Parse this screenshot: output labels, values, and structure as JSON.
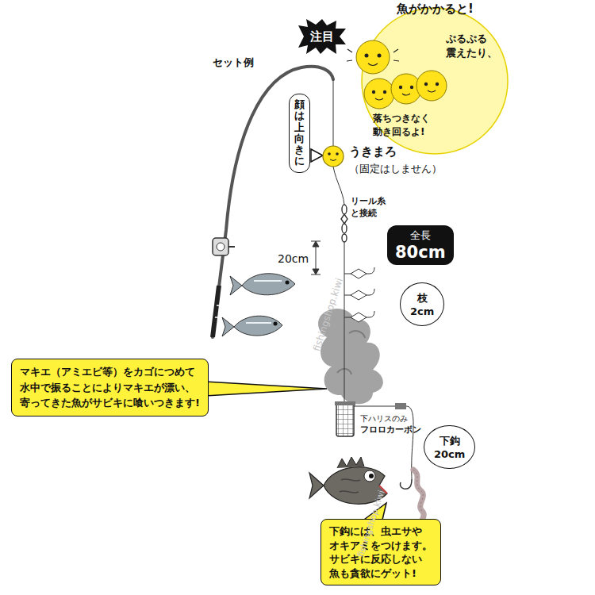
{
  "diagram": {
    "title": "魚がかかると!",
    "nodes": [
      {
        "text": [
          "注目"
        ]
      },
      {
        "text": [
          "顔は上向きに"
        ]
      },
      {
        "text": [
          "全長",
          "80cm"
        ]
      },
      {
        "text": [
          "枝 2cm"
        ]
      },
      {
        "text": [
          "下鈎 20cm"
        ]
      },
      {
        "text": [
          "マキエ（アミエビ等）をカゴにつめて 水中で振ることによりマキエが漂い、 寄ってきた魚がサビキに喰いつきます!"
        ]
      },
      {
        "text": [
          "下鈎には、虫エサや オキアミをつけます。 サビキに反応しない 魚も貪欲にゲット!"
        ]
      }
    ],
    "labels": [
      "ぷるぷる 震えたり、",
      "落ちつきなく 動き回るよ!",
      "セット例",
      "うきまろ",
      "（固定はしません）",
      "リール糸 と接続",
      "20cm",
      "下ハリスのみ",
      "フロロカーボン",
      "fishingshop.kiwi",
      "fishingshop.kiwi"
    ]
  }
}
